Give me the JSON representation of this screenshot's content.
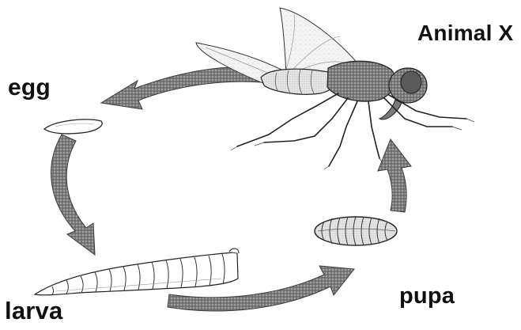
{
  "title": "Animal X",
  "stages": {
    "egg": "egg",
    "larva": "larva",
    "pupa": "pupa"
  },
  "colors": {
    "arrow_fill": "#6f6f6f",
    "arrow_dark": "#3a3a3a",
    "outline": "#222222",
    "background": "#ffffff"
  },
  "icons": {
    "adult": "fly-icon",
    "egg": "egg-icon",
    "larva": "larva-icon",
    "pupa": "pupa-icon"
  }
}
